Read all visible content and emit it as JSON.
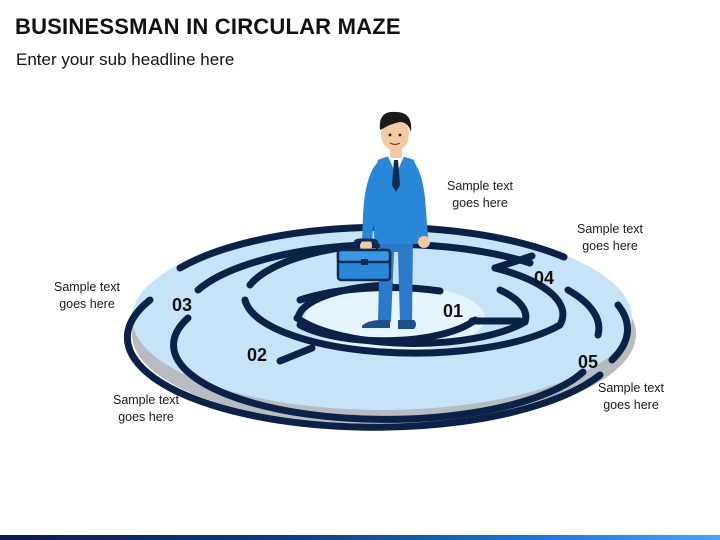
{
  "slide": {
    "title": "BUSINESSMAN IN CIRCULAR MAZE",
    "subtitle": "Enter your sub headline here"
  },
  "maze": {
    "colors": {
      "outline": "#0b2148",
      "fill_outer": "#c7e3f7",
      "fill_inner": "#d8eefc",
      "shadow": "#9aa4ad"
    },
    "numbers": [
      "01",
      "02",
      "03",
      "04",
      "05"
    ]
  },
  "captions": [
    {
      "line1": "Sample text",
      "line2": "goes here"
    },
    {
      "line1": "Sample text",
      "line2": "goes here"
    },
    {
      "line1": "Sample text",
      "line2": "goes here"
    },
    {
      "line1": "Sample text",
      "line2": "goes here"
    },
    {
      "line1": "Sample text",
      "line2": "goes here"
    }
  ],
  "figure": {
    "icon": "businessman-icon",
    "briefcase_icon": "briefcase-icon",
    "suit_color": "#2a87d8"
  }
}
